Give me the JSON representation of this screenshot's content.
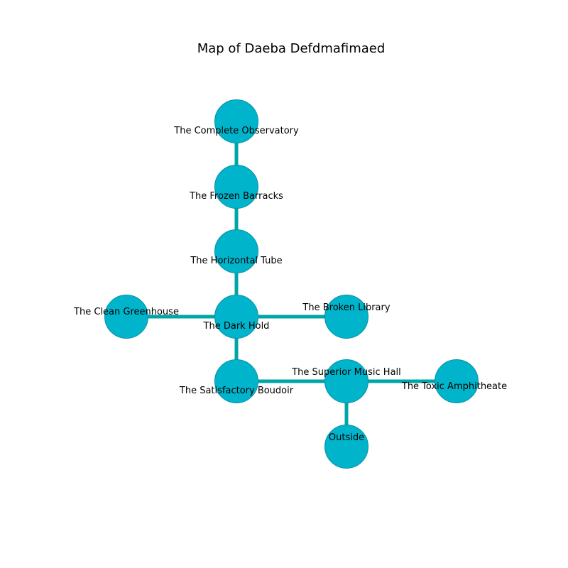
{
  "title": "Map of Daeba Defdmafimaed",
  "colors": {
    "edge": "#00a6a6",
    "node_fill": "#00b4cc",
    "node_stroke": "#0a8fa3"
  },
  "rooms": [
    {
      "id": "complete-observatory",
      "name": "The Complete Observatory"
    },
    {
      "id": "frozen-barracks",
      "name": "The Frozen Barracks"
    },
    {
      "id": "horizontal-tube",
      "name": "The Horizontal Tube"
    },
    {
      "id": "clean-greenhouse",
      "name": "The Clean Greenhouse"
    },
    {
      "id": "dark-hold",
      "name": "The Dark Hold"
    },
    {
      "id": "broken-library",
      "name": "The Broken Library"
    },
    {
      "id": "satisfactory-boudoir",
      "name": "The Satisfactory Boudoir"
    },
    {
      "id": "superior-music-hall",
      "name": "The Superior Music Hall"
    },
    {
      "id": "toxic-amphitheate",
      "name": "The Toxic Amphitheate"
    },
    {
      "id": "outside",
      "name": "Outside"
    }
  ],
  "connections": [
    [
      "complete-observatory",
      "frozen-barracks"
    ],
    [
      "frozen-barracks",
      "horizontal-tube"
    ],
    [
      "horizontal-tube",
      "dark-hold"
    ],
    [
      "clean-greenhouse",
      "dark-hold"
    ],
    [
      "dark-hold",
      "broken-library"
    ],
    [
      "dark-hold",
      "satisfactory-boudoir"
    ],
    [
      "satisfactory-boudoir",
      "superior-music-hall"
    ],
    [
      "superior-music-hall",
      "toxic-amphitheate"
    ],
    [
      "superior-music-hall",
      "outside"
    ]
  ]
}
